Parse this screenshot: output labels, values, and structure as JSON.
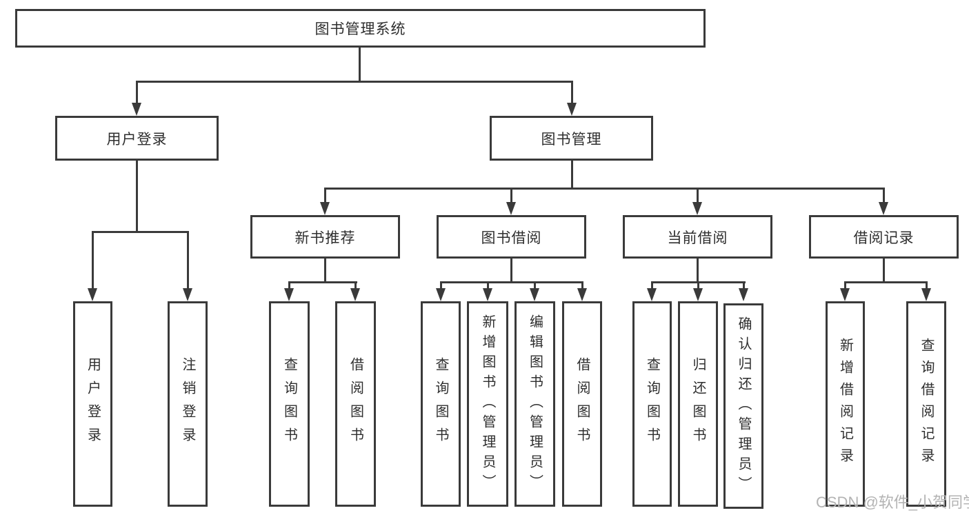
{
  "diagram": {
    "title": "图书管理系统",
    "branches": {
      "user_login": {
        "label": "用户登录",
        "children": [
          "用户登录",
          "注销登录"
        ]
      },
      "book_manage": {
        "label": "图书管理",
        "sections": [
          {
            "label": "新书推荐",
            "children": [
              "查询图书",
              "借阅图书"
            ]
          },
          {
            "label": "图书借阅",
            "children": [
              "查询图书",
              "新增图书（管理员）",
              "编辑图书（管理员）",
              "借阅图书"
            ]
          },
          {
            "label": "当前借阅",
            "children": [
              "查询图书",
              "归还图书",
              "确认归还（管理员）"
            ]
          },
          {
            "label": "借阅记录",
            "children": [
              "新增借阅记录",
              "查询借阅记录"
            ]
          }
        ]
      }
    },
    "watermark": "CSDN @软件_小贺同学"
  },
  "colors": {
    "line": "#3a3a3a",
    "text": "#2e2e2e",
    "watermark": "#b3b3b3",
    "background": "#ffffff"
  }
}
